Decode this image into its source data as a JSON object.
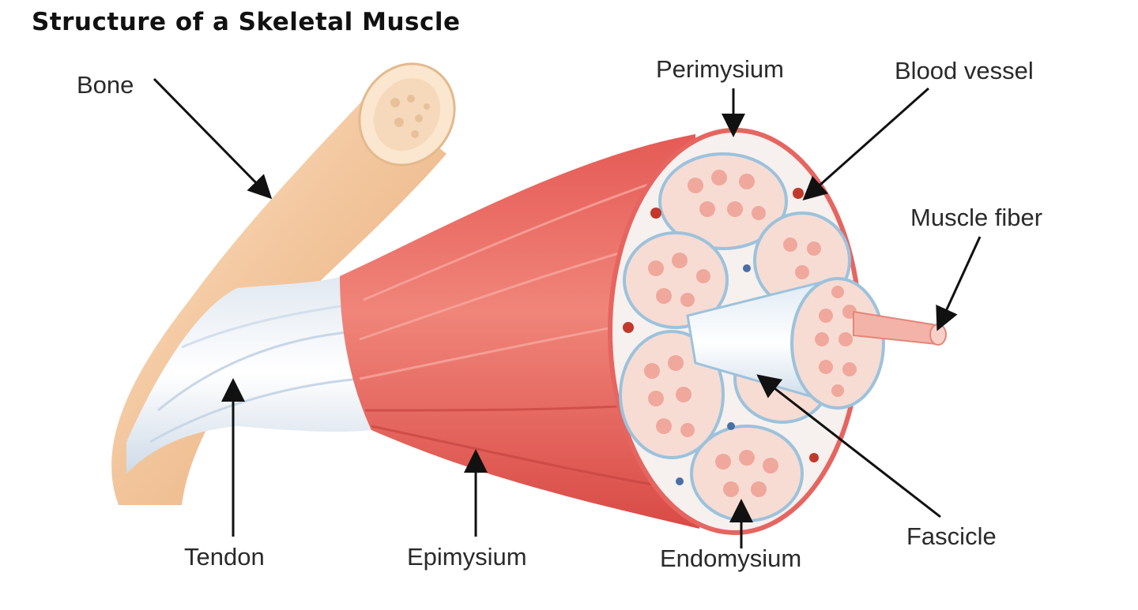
{
  "title": "Structure of a Skeletal Muscle",
  "labels": {
    "bone": "Bone",
    "perimysium": "Perimysium",
    "blood_vessel": "Blood vessel",
    "muscle_fiber": "Muscle fiber",
    "tendon": "Tendon",
    "epimysium": "Epimysium",
    "endomysium": "Endomysium",
    "fascicle": "Fascicle"
  },
  "colors": {
    "bone": "#f2c49a",
    "tendon": "#eef1f6",
    "muscle": "#e8645c",
    "epimysium_edge": "#d9534f",
    "fascicle_fill": "#f7dcd4",
    "fiber": "#f0a89c",
    "connective": "#b7d3e6",
    "vessel": "#c0392b"
  }
}
